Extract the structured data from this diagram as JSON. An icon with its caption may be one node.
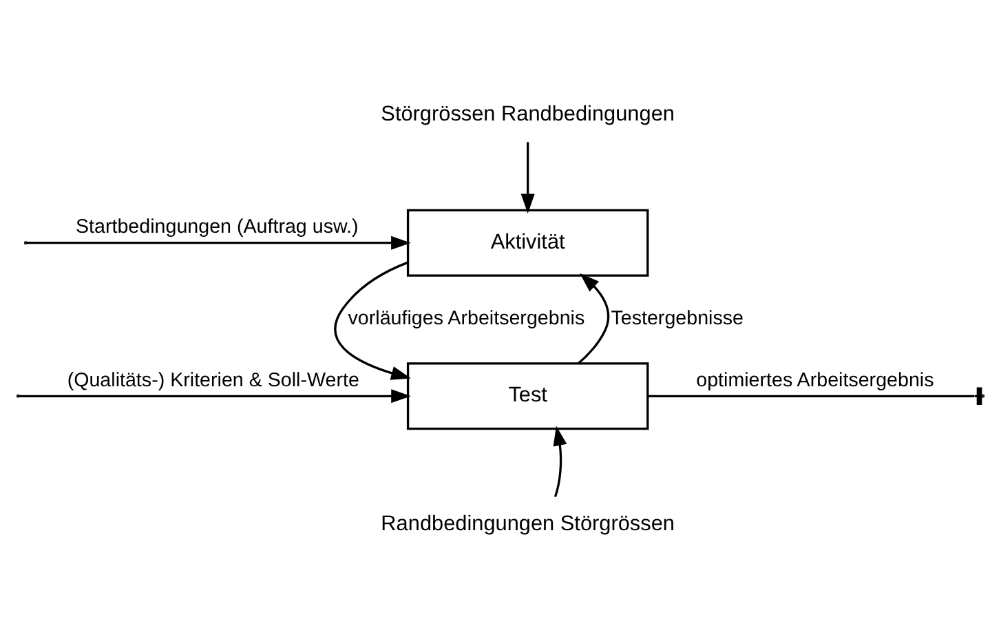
{
  "diagram": {
    "nodes": [
      {
        "text": [
          "Störgrössen Randbedingungen"
        ]
      },
      {
        "text": [
          "Aktivität"
        ]
      },
      {
        "text": [
          "Test"
        ]
      },
      {
        "text": [
          "Randbedingungen Störgrössen"
        ]
      }
    ],
    "edges": [
      {
        "from": 0,
        "to": 1,
        "arrow": "to"
      },
      {
        "from": null,
        "to": 1,
        "arrow": "to",
        "label": "Startbedingungen (Auftrag usw.)"
      },
      {
        "from": 1,
        "to": 2,
        "arrow": "to",
        "label": "vorläufiges Arbeitsergebnis"
      },
      {
        "from": 2,
        "to": 1,
        "arrow": "to",
        "label": "Testergebnisse"
      },
      {
        "from": null,
        "to": 2,
        "arrow": "to",
        "label": "(Qualitäts-) Kriterien & Soll-Werte"
      },
      {
        "from": 3,
        "to": 2,
        "arrow": "to"
      },
      {
        "from": 2,
        "to": null,
        "arrow": "other",
        "label": "optimiertes Arbeitsergebnis"
      }
    ]
  }
}
